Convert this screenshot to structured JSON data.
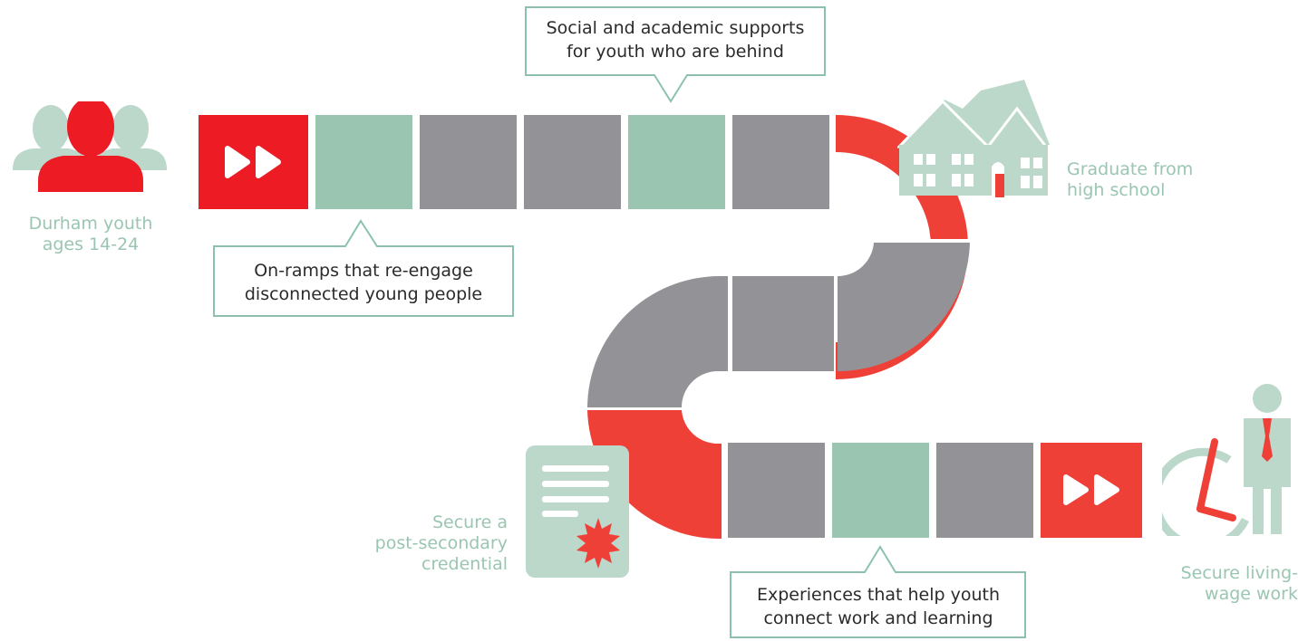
{
  "colors": {
    "red": "#ef4038",
    "bright_red": "#ed1c24",
    "gray": "#939397",
    "green": "#9ac6b1",
    "pale_green": "#bcd8ca",
    "callout_border": "#8cc2ad"
  },
  "icons": {
    "start": "people-group-icon",
    "start_arrow": "fast-forward-icon",
    "school": "school-building-icon",
    "credential": "certificate-icon",
    "end_arrow": "fast-forward-icon",
    "work": "worker-clock-icon"
  },
  "callouts": {
    "supports": [
      "Social and academic supports",
      "for youth who are behind"
    ],
    "onramps": [
      "On-ramps that re-engage",
      "disconnected young people"
    ],
    "experiences": [
      "Experiences that help youth",
      "connect work and learning"
    ]
  },
  "milestones": {
    "start": [
      "Durham youth",
      "ages 14-24"
    ],
    "graduate": [
      "Graduate from",
      "high school"
    ],
    "credential": [
      "Secure a",
      "post-secondary",
      "credential"
    ],
    "work": [
      "Secure living-",
      "wage work"
    ]
  }
}
